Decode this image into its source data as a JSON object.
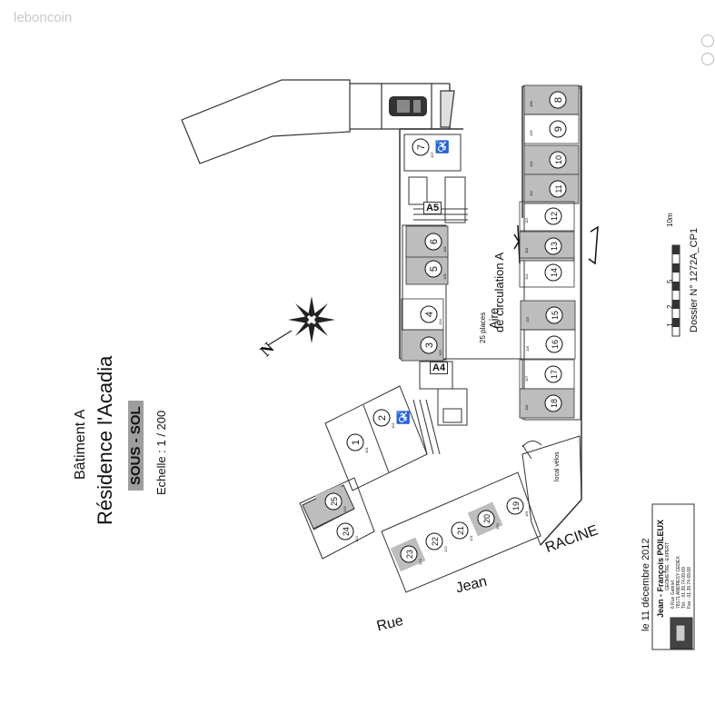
{
  "watermark": "leboncoin",
  "title": {
    "building": "Bâtiment A",
    "residence": "Résidence l'Acadia",
    "level": "SOUS - SOL",
    "scale": "Echelle : 1 / 200"
  },
  "street": {
    "rue": "Rue",
    "jean1": "Jean",
    "racine": "RACINE"
  },
  "circulation": {
    "places": "25 places",
    "line1": "Aire",
    "line2": "de circulation A"
  },
  "north": "N",
  "local_velos": "local vélos",
  "stairs": {
    "a5": "A5",
    "a4": "A4"
  },
  "scalebar": {
    "ticks": [
      "1",
      "2",
      "5",
      "10m"
    ]
  },
  "dossier": "Dossier N° 1272A_CP1",
  "date": "le 11 décembre 2012",
  "expert": {
    "name": "Jean - François POILEUX",
    "line1": "GEOMETRE - EXPERT",
    "line2": "6 Rue Gabriel",
    "line3": "78171 ANDRESY CEDEX",
    "line4": "Tél. : 01.39.74.09.69",
    "line5": "Fax : 01.39.74.69.68"
  },
  "spots": [
    {
      "num": "1",
      "lot": "101",
      "shaded": false,
      "disabled": false
    },
    {
      "num": "2",
      "lot": "102",
      "shaded": false,
      "disabled": true
    },
    {
      "num": "3",
      "lot": "103",
      "shaded": true,
      "disabled": false
    },
    {
      "num": "4",
      "lot": "104",
      "shaded": false,
      "disabled": false
    },
    {
      "num": "5",
      "lot": "105",
      "shaded": true,
      "disabled": false
    },
    {
      "num": "6",
      "lot": "106",
      "shaded": true,
      "disabled": false
    },
    {
      "num": "7",
      "lot": "107",
      "shaded": false,
      "disabled": true
    },
    {
      "num": "8",
      "lot": "108",
      "shaded": true,
      "disabled": false
    },
    {
      "num": "9",
      "lot": "109",
      "shaded": false,
      "disabled": false
    },
    {
      "num": "10",
      "lot": "110",
      "shaded": true,
      "disabled": false
    },
    {
      "num": "11",
      "lot": "111",
      "shaded": true,
      "disabled": false
    },
    {
      "num": "12",
      "lot": "112",
      "shaded": false,
      "disabled": false
    },
    {
      "num": "13",
      "lot": "113",
      "shaded": true,
      "disabled": false
    },
    {
      "num": "14",
      "lot": "114",
      "shaded": false,
      "disabled": false
    },
    {
      "num": "15",
      "lot": "115",
      "shaded": true,
      "disabled": false
    },
    {
      "num": "16",
      "lot": "116",
      "shaded": false,
      "disabled": false
    },
    {
      "num": "17",
      "lot": "117",
      "shaded": false,
      "disabled": false
    },
    {
      "num": "18",
      "lot": "118",
      "shaded": true,
      "disabled": false
    },
    {
      "num": "19",
      "lot": "119",
      "shaded": false,
      "disabled": false
    },
    {
      "num": "20",
      "lot": "120",
      "shaded": true,
      "disabled": false
    },
    {
      "num": "21",
      "lot": "121",
      "shaded": false,
      "disabled": false
    },
    {
      "num": "22",
      "lot": "122",
      "shaded": false,
      "disabled": false
    },
    {
      "num": "23",
      "lot": "123",
      "shaded": true,
      "disabled": false
    },
    {
      "num": "24",
      "lot": "124",
      "shaded": false,
      "disabled": false
    },
    {
      "num": "25",
      "lot": "125",
      "shaded": true,
      "disabled": false
    }
  ],
  "colors": {
    "shaded": "#bdbdbd",
    "line": "#333333",
    "paper": "#ffffff"
  }
}
